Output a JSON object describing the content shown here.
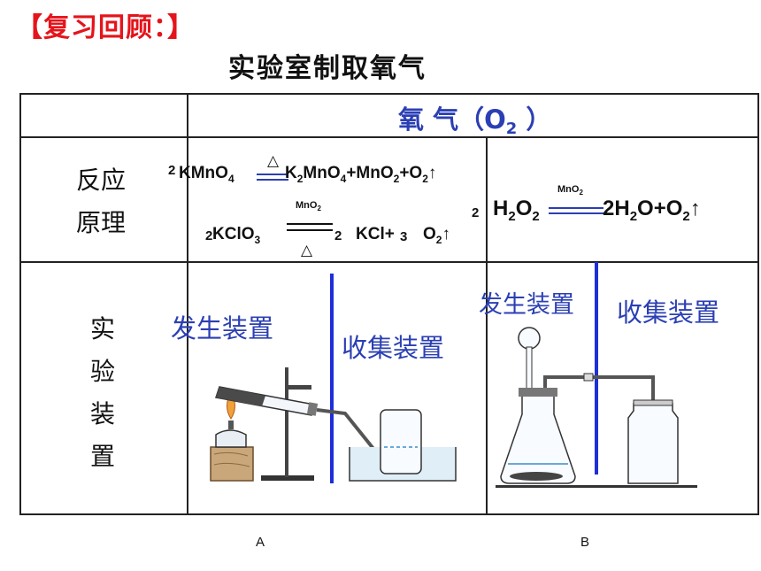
{
  "header": {
    "review_title": "【复习回顾：】",
    "main_title": "实验室制取氧气"
  },
  "table": {
    "oxygen_head": "氧  气（O",
    "oxygen_sub": "2",
    "oxygen_close": "  ）",
    "principle_label_1": "反应",
    "principle_label_2": "原理",
    "apparatus_chars": [
      "实",
      "验",
      "装",
      "置"
    ]
  },
  "equations": {
    "kmno4": {
      "coef1": "2",
      "reactant": "KMnO",
      "reactant_sub": "4",
      "condition": "△",
      "p1": "K",
      "p1_sub": "2",
      "p1b": "MnO",
      "p1b_sub": "4",
      "p2": "+MnO",
      "p2_sub": "2",
      "p3": "+O",
      "p3_sub": "2",
      "arrow": "↑"
    },
    "kclo3": {
      "coef1": "2",
      "reactant": "KClO",
      "reactant_sub": "3",
      "catalyst": "MnO",
      "catalyst_sub": "2",
      "heat": "△",
      "coef2": "2",
      "p1": "KCl+",
      "coef3": "3",
      "p2": "O",
      "p2_sub": "2",
      "arrow": "↑"
    },
    "h2o2": {
      "coef1": "2",
      "reactant": "H",
      "reactant_sub1": "2",
      "reactant_b": "O",
      "reactant_sub2": "2",
      "catalyst": "MnO",
      "catalyst_sub": "2",
      "coef2": "2",
      "p1": "H",
      "p1_sub": "2",
      "p1b": "O+O",
      "p2_sub": "2",
      "arrow": "↑"
    }
  },
  "apparatus": {
    "gen_label_a": "发生装置",
    "col_label_a": "收集装置",
    "gen_label_b": "发生装置",
    "col_label_b": "收集装置",
    "label_a": "A",
    "label_b": "B"
  },
  "colors": {
    "title_red": "#e5141b",
    "label_blue": "#2b3fb4",
    "divider_blue": "#1d2fd8"
  }
}
